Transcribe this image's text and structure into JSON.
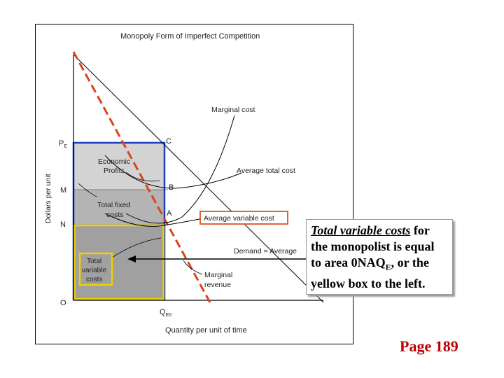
{
  "diagram": {
    "title": "Monopoly Form of Imperfect Competition",
    "y_axis_label": "Dollars per unit",
    "x_axis_label": "Quantity per unit of time",
    "price_label": "P",
    "price_subscript": "E",
    "qty_label": "Q",
    "qty_subscript": "EII",
    "labels": {
      "M": "M",
      "N": "N",
      "O": "O",
      "C": "C",
      "B": "B",
      "A": "A"
    },
    "curves": {
      "marginal_cost": "Marginal cost",
      "average_total_cost": "Average total cost",
      "average_variable_cost": "Average variable cost",
      "demand": "Demand = Average",
      "marginal_revenue_1": "Marginal",
      "marginal_revenue_2": "revenue"
    },
    "regions": {
      "economic_profits_1": "Economic",
      "economic_profits_2": "Profits",
      "total_fixed_costs_1": "Total fixed",
      "total_fixed_costs_2": "costs",
      "total_variable_costs_1": "Total",
      "total_variable_costs_2": "variable",
      "total_variable_costs_3": "costs"
    },
    "colors": {
      "profit_box": "#d3d3d3",
      "fixed_box": "#b4b4b4",
      "variable_box": "#a0a0a0",
      "blue_outline": "#1f3fbf",
      "yellow_outline": "#f0d000",
      "mr_line": "#d9441c",
      "avc_box": "#e05020"
    }
  },
  "callout": {
    "line1_underlined": "Total variable costs",
    "line1_rest": " for",
    "line2": "the monopolist is equal",
    "line3_pre": "to area 0NAQ",
    "line3_sub": "E",
    "line3_post": ", or the",
    "line4": "yellow box to the left."
  },
  "page": {
    "number": "Page 189"
  }
}
